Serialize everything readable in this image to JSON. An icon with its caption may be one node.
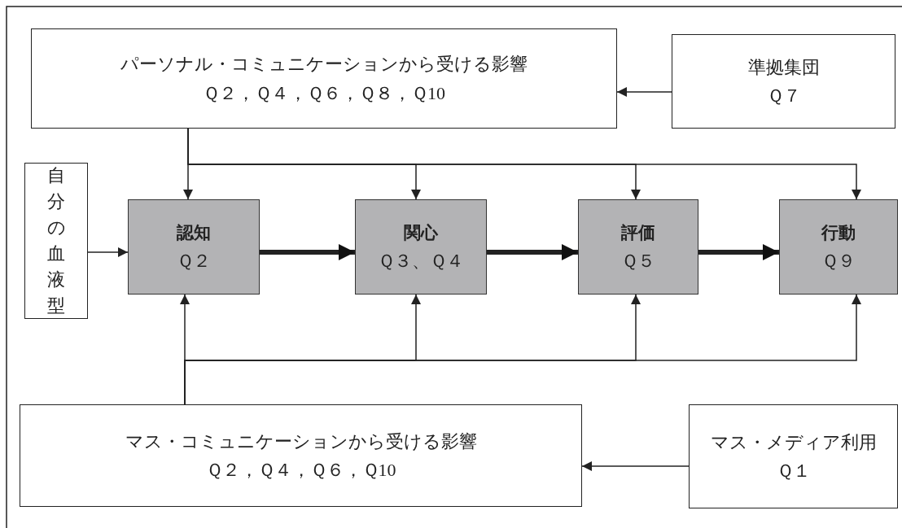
{
  "diagram": {
    "nodes": [
      {
        "text": [
          "パーソナル・コミュニケーションから受ける影響",
          "Ｑ２，Ｑ４，Ｑ６，Ｑ８，Ｑ10"
        ]
      },
      {
        "text": [
          "準拠集団",
          "Ｑ７"
        ]
      },
      {
        "text": [
          "自分の血液型"
        ]
      },
      {
        "text": [
          "認知",
          "Ｑ２"
        ]
      },
      {
        "text": [
          "関心",
          "Ｑ３、Ｑ４"
        ]
      },
      {
        "text": [
          "評価",
          "Ｑ５"
        ]
      },
      {
        "text": [
          "行動",
          "Ｑ９"
        ]
      },
      {
        "text": [
          "マス・コミュニケーションから受ける影響",
          "Ｑ２，Ｑ４，Ｑ６，Ｑ10"
        ]
      },
      {
        "text": [
          "マス・メディア利用",
          "Ｑ１"
        ]
      }
    ],
    "edges": [
      {
        "from": 1,
        "to": 0,
        "arrow": "to"
      },
      {
        "from": 0,
        "to": 3,
        "arrow": "to"
      },
      {
        "from": 0,
        "to": 4,
        "arrow": "to"
      },
      {
        "from": 0,
        "to": 5,
        "arrow": "to"
      },
      {
        "from": 0,
        "to": 6,
        "arrow": "to"
      },
      {
        "from": 2,
        "to": 3,
        "arrow": "to"
      },
      {
        "from": 3,
        "to": 4,
        "arrow": "to",
        "style": "thick"
      },
      {
        "from": 4,
        "to": 5,
        "arrow": "to",
        "style": "thick"
      },
      {
        "from": 5,
        "to": 6,
        "arrow": "to",
        "style": "thick"
      },
      {
        "from": 7,
        "to": 3,
        "arrow": "to"
      },
      {
        "from": 7,
        "to": 4,
        "arrow": "to"
      },
      {
        "from": 7,
        "to": 5,
        "arrow": "to"
      },
      {
        "from": 7,
        "to": 6,
        "arrow": "to"
      },
      {
        "from": 8,
        "to": 7,
        "arrow": "to"
      }
    ]
  }
}
